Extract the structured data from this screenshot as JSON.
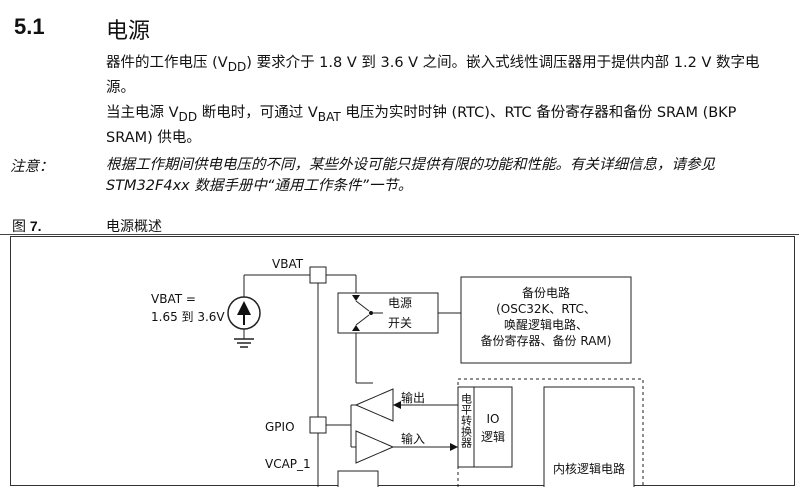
{
  "section": {
    "number": "5.1",
    "title": "电源"
  },
  "paragraphs": {
    "p1_a": "器件的工作电压 (V",
    "p1_sub": "DD",
    "p1_b": ") 要求介于 1.8 V 到 3.6 V 之间。嵌入式线性调压器用于提供内部 1.2 V 数字电源。",
    "p2_a": "当主电源 V",
    "p2_sub1": "DD",
    "p2_b": " 断电时，可通过 V",
    "p2_sub2": "BAT",
    "p2_c": " 电压为实时时钟 (RTC)、RTC 备份寄存器和备份 SRAM (BKP SRAM) 供电。"
  },
  "note": {
    "label": "注意：",
    "text": "根据工作期间供电电压的不同，某些外设可能只提供有限的功能和性能。有关详细信息，请参见 STM32F4xx 数据手册中“通用工作条件”一节。"
  },
  "figure": {
    "label_prefix": "图",
    "label_number": "7.",
    "title": "电源概述",
    "diagram": {
      "vbat_pin": "VBAT",
      "vbat_source_line1": "VBAT =",
      "vbat_source_line2": "1.65 到 3.6V",
      "switch_line1": "电源",
      "switch_line2": "开关",
      "backup_line1": "备份电路",
      "backup_line2": "(OSC32K、RTC、",
      "backup_line3": "唤醒逻辑电路、",
      "backup_line4": "备份寄存器、备份 RAM)",
      "out_label": "输出",
      "in_label": "输入",
      "gpio_pin": "GPIO",
      "vcap_pin": "VCAP_1",
      "level_shifter": "电平转换器",
      "io_logic_line1": "IO",
      "io_logic_line2": "逻辑",
      "core_logic": "内核逻辑电路"
    }
  }
}
